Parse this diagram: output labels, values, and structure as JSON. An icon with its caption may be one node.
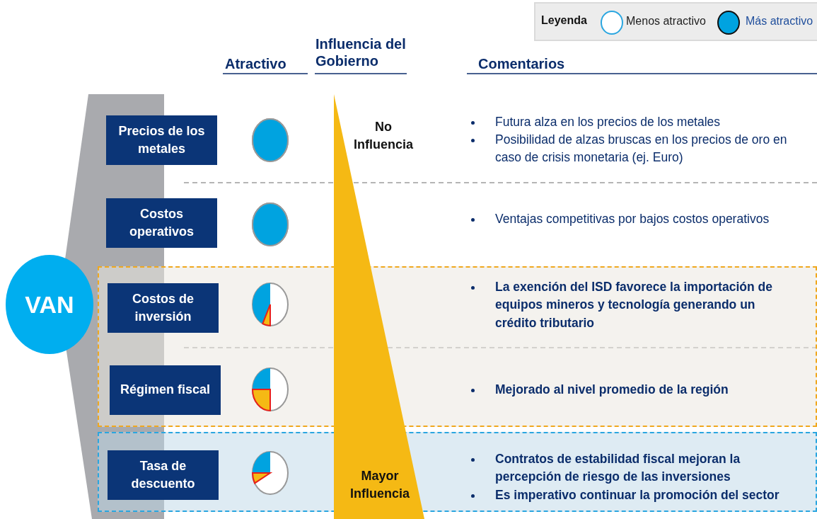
{
  "diagram": {
    "nodes": [
      {
        "text": [
          "VAN"
        ]
      },
      {
        "text": [
          "Precios de los metales"
        ]
      },
      {
        "text": [
          "Costos operativos"
        ]
      },
      {
        "text": [],
        "shape": "box"
      },
      {
        "text": [
          "Costos de inversión"
        ],
        "in": 3
      },
      {
        "text": [
          "Régimen fiscal"
        ],
        "in": 3
      },
      {
        "text": [],
        "shape": "box"
      },
      {
        "text": [
          "Tasa de descuento"
        ],
        "in": 6
      },
      {
        "text": [
          "No Influencia",
          "Mayor Influencia"
        ]
      },
      {
        "text": [],
        "shape": "funnel"
      }
    ],
    "labels": [
      "Leyenda",
      "Atractivo",
      "Influencia del Gobierno",
      "Comentarios",
      "Futura alza en los precios de los metales",
      "Posibilidad de alzas bruscas en los precios de oro en caso de crisis monetaria (ej. Euro)",
      "Ventajas competitivas por bajos costos operativos",
      "La exención del ISD favorece la importación de equipos mineros y tecnología generando un crédito tributario",
      "Mejorado al nivel promedio de la región",
      "Contratos de estabilidad fiscal mejoran la percepción de riesgo de las inversiones",
      "Es imperativo continuar la promoción del sector"
    ],
    "legend": [
      {
        "text": "Menos atractivo"
      },
      {
        "text": "Más atractivo",
        "color": "#00a3e0"
      }
    ]
  }
}
